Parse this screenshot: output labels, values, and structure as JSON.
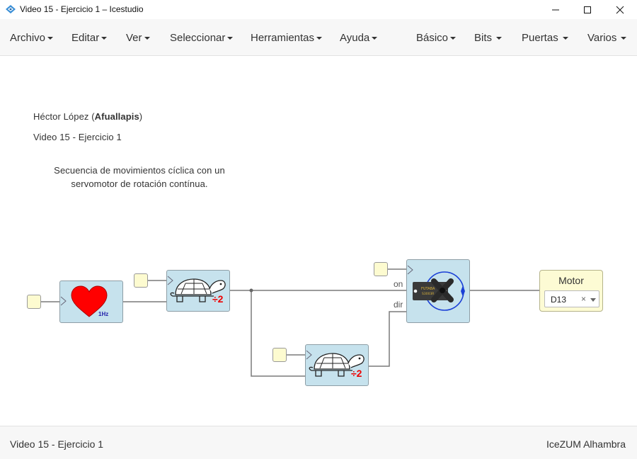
{
  "window": {
    "title": "Video 15 - Ejercicio 1 – Icestudio",
    "icons": [
      "icestudio-logo-icon",
      "minimize-icon",
      "maximize-icon",
      "close-icon"
    ]
  },
  "menu": {
    "left": [
      "Archivo",
      "Editar",
      "Ver",
      "Seleccionar",
      "Herramientas",
      "Ayuda"
    ],
    "right": [
      "Básico",
      "Bits",
      "Puertas",
      "Varios"
    ]
  },
  "canvas": {
    "author_prefix": "Héctor López (",
    "author_nick": "Afuallapis",
    "author_suffix": ")",
    "subtitle": "Video 15 - Ejercicio 1",
    "description_line1": "Secuencia de movimientos cíclica con un",
    "description_line2": "servomotor de rotación contínua.",
    "heartbeat_freq": "1Hz",
    "divider_top_ratio": "÷2",
    "divider_bottom_ratio": "÷2",
    "servo_on_label": "on",
    "servo_dir_label": "dir",
    "output": {
      "label": "Motor",
      "pin_value": "D13",
      "clear_symbol": "×"
    }
  },
  "status": {
    "left": "Video 15 - Ejercicio 1",
    "right": "IceZUM Alhambra"
  },
  "colors": {
    "block_fill": "#c6e2ed",
    "constant_fill": "#fdfbd0",
    "output_fill": "#fdfbd4",
    "wire": "#777777",
    "heart": "#ff0000",
    "divider_ratio": "#e00000"
  }
}
